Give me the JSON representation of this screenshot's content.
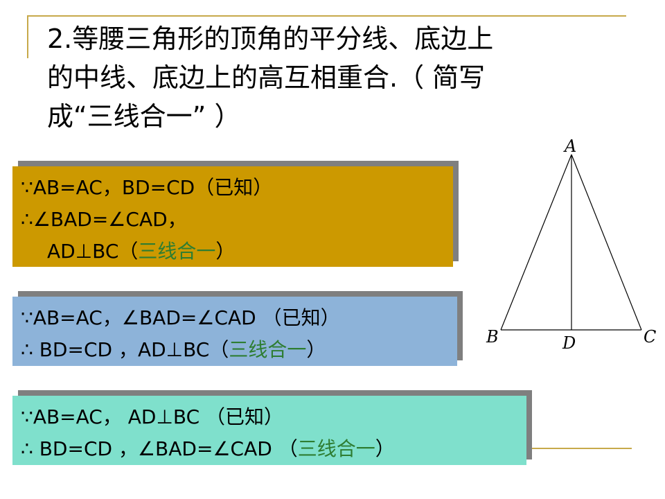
{
  "title": {
    "line1": "2.等腰三角形的顶角的平分线、底边上",
    "line2": "的中线、底边上的高互相重合.（ 简写",
    "line3": "成“三线合一” ）"
  },
  "box1": {
    "line1": "∵AB=AC，BD=CD（已知）",
    "line2": "∴∠BAD=∠CAD，",
    "line3_pre": "AD⊥BC（",
    "line3_green": "三线合一",
    "line3_post": "）",
    "bg": "#cc9900"
  },
  "box2": {
    "line1": "∵AB=AC，∠BAD=∠CAD （已知）",
    "line2_pre": "∴ BD=CD ，AD⊥BC（",
    "line2_green": "三线合一",
    "line2_post": "）",
    "bg": "#8db3d9"
  },
  "box3": {
    "line1": "∵AB=AC， AD⊥BC （已知）",
    "line2_pre": "∴ BD=CD ，∠BAD=∠CAD （",
    "line2_green": "三线合一",
    "line2_post": "）",
    "bg": "#7fe0cc"
  },
  "triangle": {
    "label_a": "A",
    "label_b": "B",
    "label_c": "C",
    "label_d": "D"
  },
  "colors": {
    "accent_line": "#c7a94a",
    "green_text": "#2e7d32"
  }
}
